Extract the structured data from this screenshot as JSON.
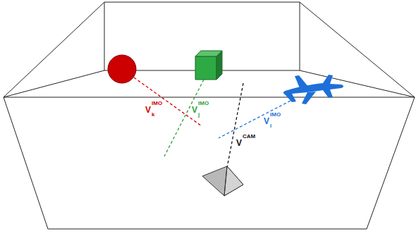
{
  "diagram": {
    "labels": [
      "V",
      "k",
      "IMO",
      "V",
      "j",
      "IMO",
      "V",
      "i",
      "IMO",
      "V",
      "CAM"
    ]
  }
}
